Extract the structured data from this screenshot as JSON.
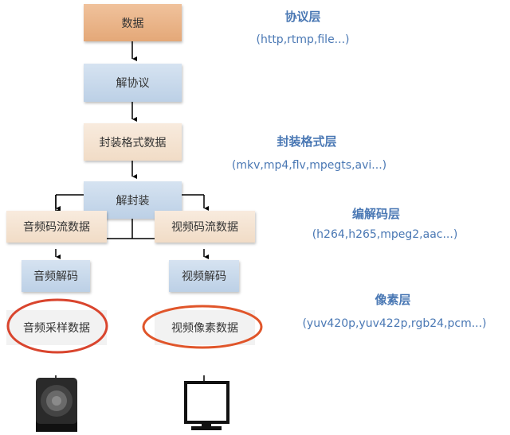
{
  "flow": {
    "data": "数据",
    "deprotocol": "解协议",
    "container_data": "封装格式数据",
    "demux": "解封装",
    "audio_stream": "音频码流数据",
    "video_stream": "视频码流数据",
    "audio_decode": "音频解码",
    "video_decode": "视频解码",
    "audio_samples": "音频采样数据",
    "video_pixels": "视频像素数据"
  },
  "layers": [
    {
      "title": "协议层",
      "examples": "(http,rtmp,file...)"
    },
    {
      "title": "封装格式层",
      "examples": "(mkv,mp4,flv,mpegts,avi...)"
    },
    {
      "title": "编解码层",
      "examples": "(h264,h265,mpeg2,aac...)"
    },
    {
      "title": "像素层",
      "examples": "(yuv420p,yuv422p,rgb24,pcm...)"
    }
  ],
  "colors": {
    "highlight": "#d9452e",
    "label": "#4a78b4"
  }
}
